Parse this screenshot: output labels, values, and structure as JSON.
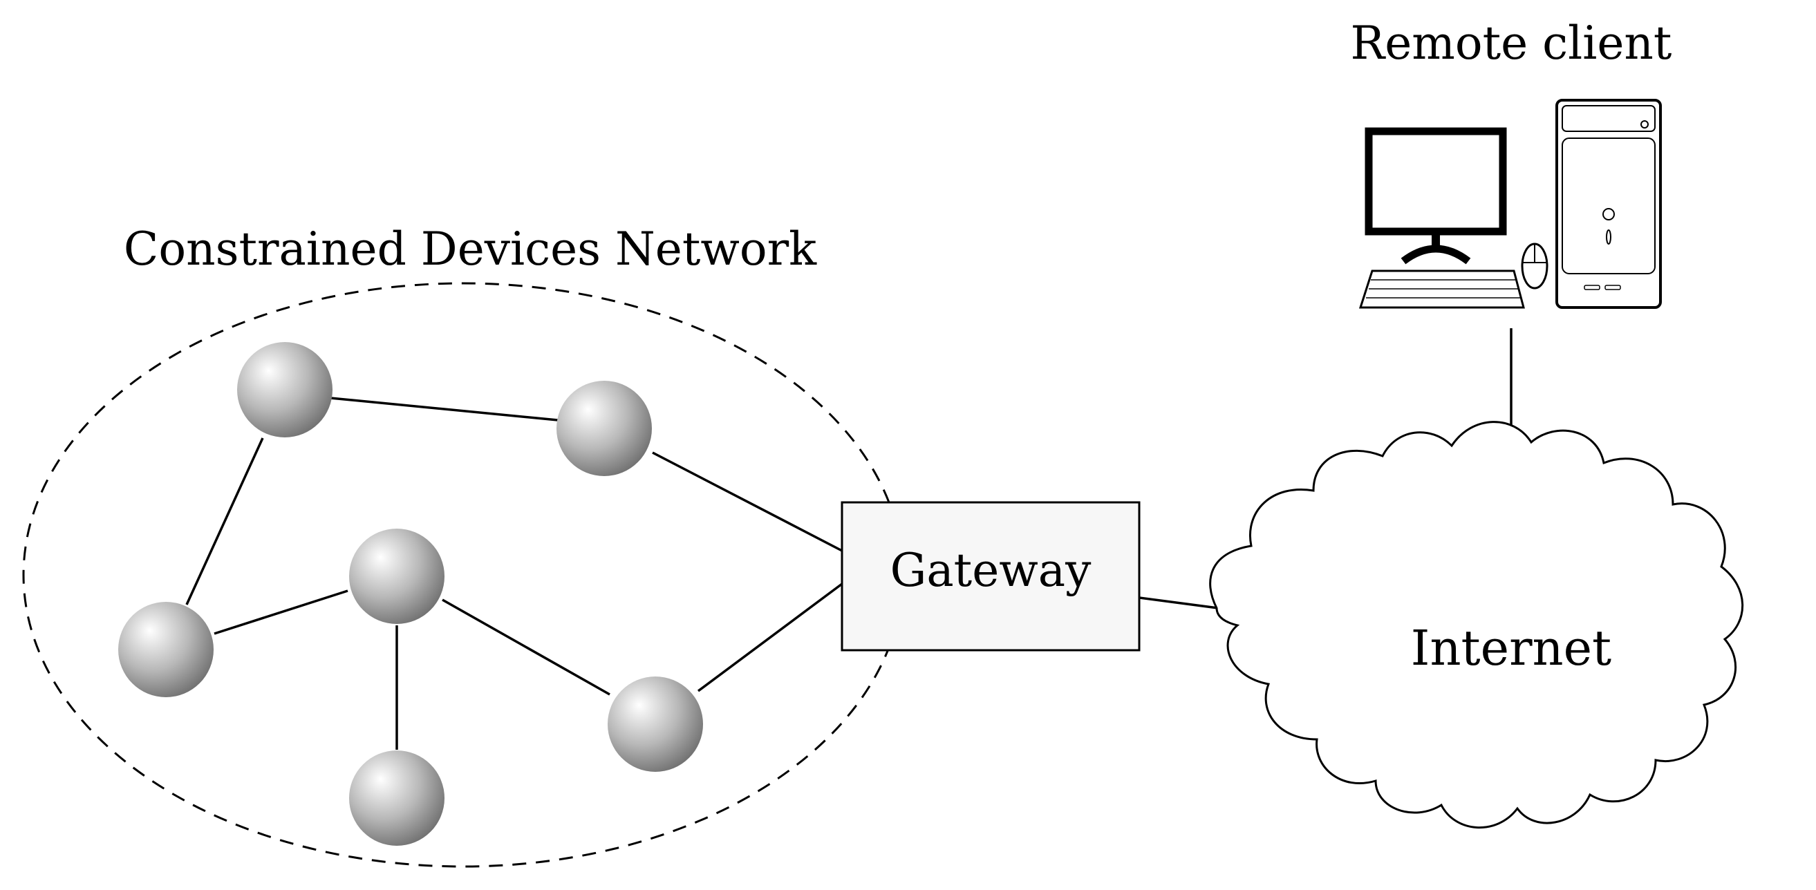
{
  "labels": {
    "network_title": "Constrained Devices Network",
    "gateway": "Gateway",
    "internet": "Internet",
    "remote_client": "Remote client"
  },
  "nodes": [
    {
      "id": "n1",
      "name": "device-node-top-left"
    },
    {
      "id": "n2",
      "name": "device-node-top-right"
    },
    {
      "id": "n3",
      "name": "device-node-center"
    },
    {
      "id": "n4",
      "name": "device-node-left"
    },
    {
      "id": "n5",
      "name": "device-node-right"
    },
    {
      "id": "n6",
      "name": "device-node-bottom"
    }
  ],
  "links": [
    [
      "n1",
      "n2"
    ],
    [
      "n1",
      "n4"
    ],
    [
      "n3",
      "n4"
    ],
    [
      "n3",
      "n6"
    ],
    [
      "n3",
      "n5"
    ],
    [
      "n2",
      "gateway"
    ],
    [
      "n5",
      "gateway"
    ],
    [
      "gateway",
      "internet"
    ],
    [
      "internet",
      "remote_client"
    ]
  ],
  "colors": {
    "stroke": "#000000",
    "gateway_fill": "#f7f7f7",
    "node_highlight": "#ffffff",
    "node_mid": "#b8b8b8",
    "node_shadow": "#6e6e6e"
  }
}
